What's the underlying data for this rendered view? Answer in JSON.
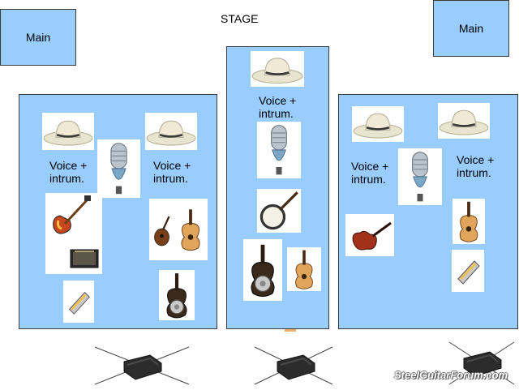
{
  "stage": {
    "title": "STAGE"
  },
  "main_left": {
    "label": "Main"
  },
  "main_right": {
    "label": "Main"
  },
  "voice_label": "Voice +\nintrum.",
  "watermark": "SteelGuitarForum.com",
  "colors": {
    "panel": "#99ccff",
    "border": "#3b3b3b",
    "background": "#ffffff"
  },
  "icons": [
    "cowboy-hat-icon",
    "microphone-icon",
    "electric-bass-icon",
    "amplifier-icon",
    "harmonica-icon",
    "mandolin-icon",
    "acoustic-guitar-icon",
    "resonator-guitar-icon",
    "banjo-icon",
    "fiddle-icon",
    "monitor-wedge-icon"
  ]
}
